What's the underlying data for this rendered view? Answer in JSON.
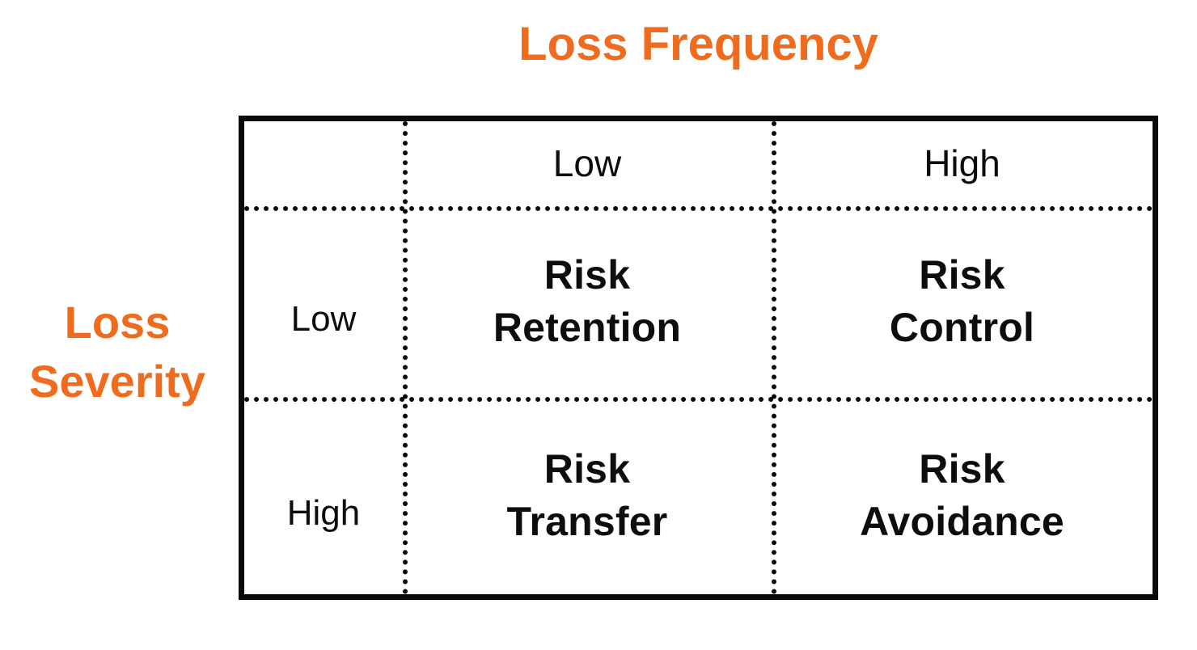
{
  "colors": {
    "accent": "#EF6C1F",
    "text": "#0D0D0D",
    "border": "#0A0A0A",
    "background": "#FFFFFF"
  },
  "axes": {
    "top_title": "Loss Frequency",
    "left_title_line1": "Loss",
    "left_title_line2": "Severity"
  },
  "matrix": {
    "column_headers": [
      "Low",
      "High"
    ],
    "row_headers": [
      "Low",
      "High"
    ],
    "corner_label": "",
    "cells": [
      [
        {
          "line1": "Risk",
          "line2": "Retention"
        },
        {
          "line1": "Risk",
          "line2": "Control"
        }
      ],
      [
        {
          "line1": "Risk",
          "line2": "Transfer"
        },
        {
          "line1": "Risk",
          "line2": "Avoidance"
        }
      ]
    ]
  },
  "chart_data": {
    "type": "table",
    "title": "Loss Frequency",
    "xlabel": "Loss Frequency",
    "ylabel": "Loss Severity",
    "columns": [
      "Low",
      "High"
    ],
    "rows": [
      "Low",
      "High"
    ],
    "values": [
      [
        "Risk Retention",
        "Risk Control"
      ],
      [
        "Risk Transfer",
        "Risk Avoidance"
      ]
    ],
    "grid": true,
    "legend": "none"
  }
}
